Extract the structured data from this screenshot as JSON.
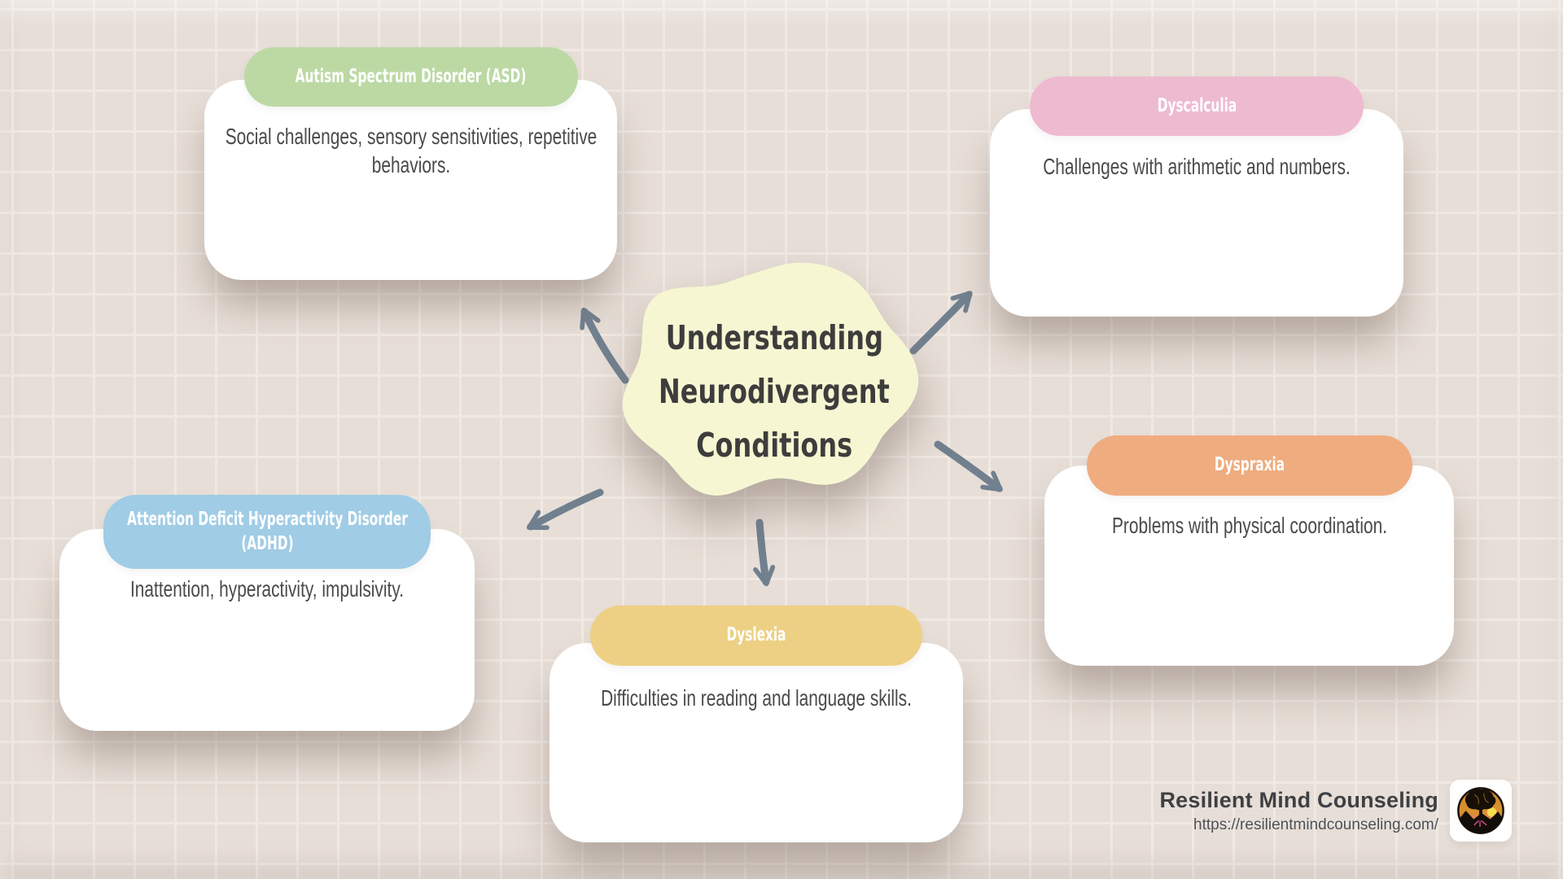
{
  "canvas": {
    "background": "#e7ded7",
    "grid_line": "#f0e9e3"
  },
  "center": {
    "lines": [
      "Understanding",
      "Neurodivergent",
      "Conditions"
    ],
    "bg": "#f6f7d2",
    "text_color": "#3d3d3d"
  },
  "nodes": [
    {
      "label": "Autism Spectrum Disorder (ASD)",
      "description": "Social challenges, sensory sensitivities, repetitive behaviors.",
      "pill_color": "#bcd9a4"
    },
    {
      "label": "Dyscalculia",
      "description": "Challenges with arithmetic and numbers.",
      "pill_color": "#eebacf"
    },
    {
      "label": "Attention Deficit Hyperactivity Disorder (ADHD)",
      "description": "Inattention, hyperactivity, impulsivity.",
      "pill_color": "#a0cce5"
    },
    {
      "label": "Dyslexia",
      "description": "Difficulties in reading and language skills.",
      "pill_color": "#edd084"
    },
    {
      "label": "Dyspraxia",
      "description": "Problems with physical coordination.",
      "pill_color": "#efac7e"
    }
  ],
  "arrows": {
    "color": "#71808f"
  },
  "footer": {
    "brand": "Resilient Mind Counseling",
    "url": "https://resilientmindcounseling.com/"
  }
}
